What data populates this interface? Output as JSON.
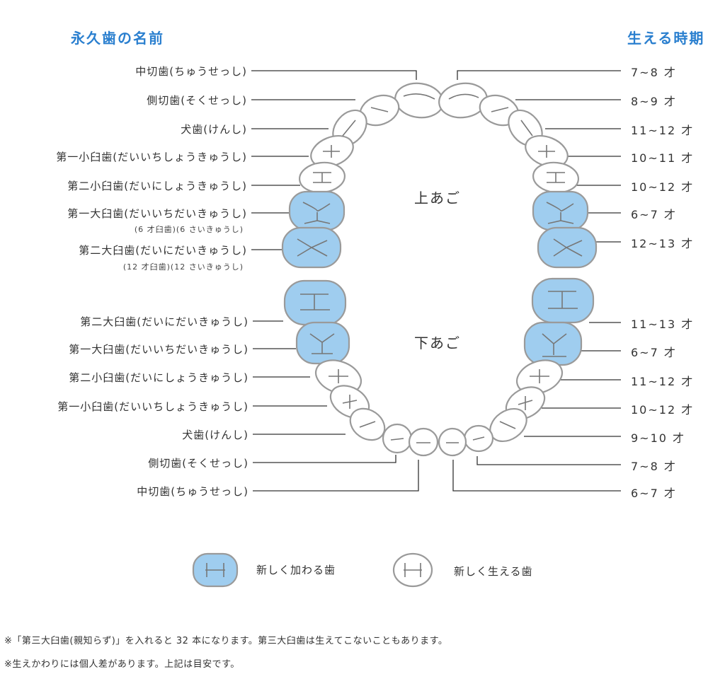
{
  "header": {
    "left_title": "永久歯の名前",
    "right_title": "生える時期"
  },
  "upper": {
    "jaw_label": "上あご",
    "left_labels": [
      {
        "name": "中切歯(ちゅうせっし)"
      },
      {
        "name": "側切歯(そくせっし)"
      },
      {
        "name": "犬歯(けんし)"
      },
      {
        "name": "第一小臼歯(だいいちしょうきゅうし)"
      },
      {
        "name": "第二小臼歯(だいにしょうきゅうし)"
      },
      {
        "name": "第一大臼歯(だいいちだいきゅうし)",
        "sub": "(6 才臼歯)(6 さいきゅうし)"
      },
      {
        "name": "第二大臼歯(だいにだいきゅうし)",
        "sub": "(12 才臼歯)(12 さいきゅうし)"
      }
    ],
    "right_ages": [
      "7~8 才",
      "8~9 才",
      "11~12 才",
      "10~11 才",
      "10~12 才",
      "6~7 才",
      "12~13 才"
    ]
  },
  "lower": {
    "jaw_label": "下あご",
    "left_labels": [
      {
        "name": "第二大臼歯(だいにだいきゅうし)"
      },
      {
        "name": "第一大臼歯(だいいちだいきゅうし)"
      },
      {
        "name": "第二小臼歯(だいにしょうきゅうし)"
      },
      {
        "name": "第一小臼歯(だいいちしょうきゅうし)"
      },
      {
        "name": "犬歯(けんし)"
      },
      {
        "name": "側切歯(そくせっし)"
      },
      {
        "name": "中切歯(ちゅうせっし)"
      }
    ],
    "right_ages": [
      "11~13 才",
      "6~7 才",
      "11~12 才",
      "10~12 才",
      "9~10 才",
      "7~8 才",
      "6~7 才"
    ]
  },
  "legend": {
    "replace": "新しく加わる歯",
    "new": "新しく生える歯"
  },
  "notes": [
    "※「第三大臼歯(親知らず)」を入れると 32 本になります。第三大臼歯は生えてこないこともあります。",
    "※生えかわりには個人差があります。上記は目安です。"
  ],
  "colors": {
    "heading": "#2a7fcf",
    "new_tooth_fill": "#9fcdef",
    "tooth_stroke": "#9a9a9a",
    "line": "#333333"
  }
}
